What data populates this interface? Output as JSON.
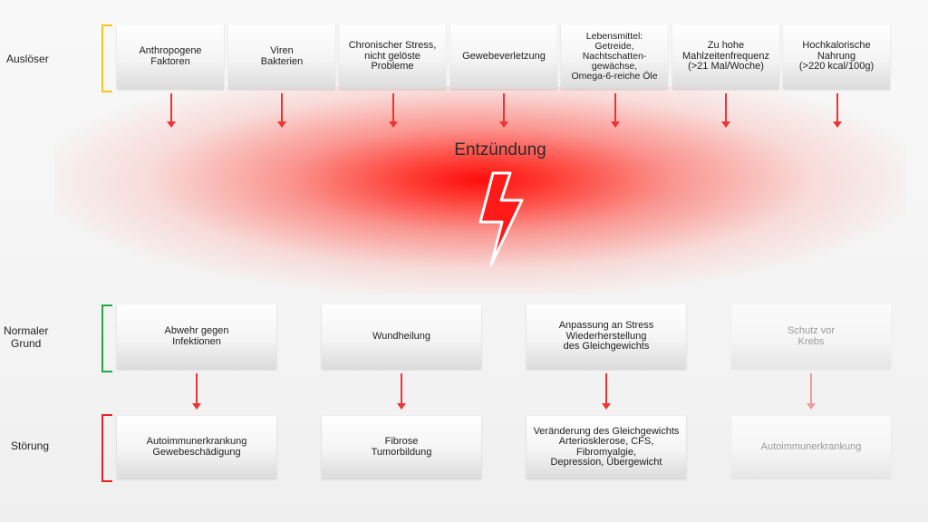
{
  "rows": {
    "trigger_label": "Auslöser",
    "normal_label": "Normaler\nGrund",
    "disorder_label": "Störung"
  },
  "triggers": [
    "Anthropogene\nFaktoren",
    "Viren\nBakterien",
    "Chronischer Stress,\nnicht gelöste\nProbleme",
    "Gewebeverletzung",
    "Lebensmittel:\nGetreide,\nNachtschatten-\ngewächse,\nOmega-6-reiche Öle",
    "Zu hohe\nMahlzeitenfrequenz\n(>21 Mal/Woche)",
    "Hochkalorische\nNahrung\n(>220 kcal/100g)"
  ],
  "center_title": "Entzündung",
  "normal_reasons": [
    "Abwehr gegen\nInfektionen",
    "Wundheilung",
    "Anpassung an Stress\nWiederherstellung\ndes Gleichgewichts",
    "Schutz vor\nKrebs"
  ],
  "disorders": [
    "Autoimmunerkrankung\nGewebeschädigung",
    "Fibrose\nTumorbildung",
    "Veränderung des Gleichgewichts\nArteriosklerose, CFS,\nFibromyalgie,\nDepression, Übergewicht",
    "Autoimmunerkrankung"
  ],
  "colors": {
    "trigger_bracket": "#f5c518",
    "normal_bracket": "#22a844",
    "disorder_bracket": "#e82020",
    "arrow": "#e33333",
    "bolt": "#ff2020"
  },
  "icons": {
    "center": "lightning-bolt-icon"
  }
}
